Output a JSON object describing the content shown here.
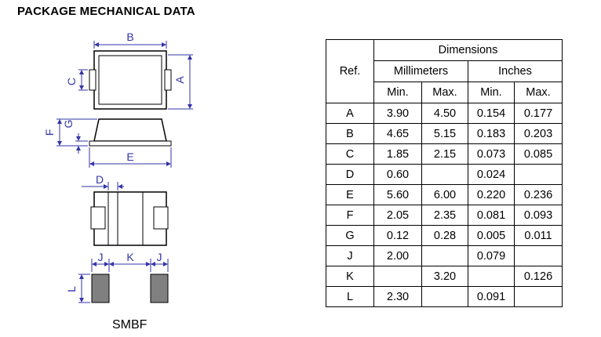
{
  "title": "PACKAGE MECHANICAL DATA",
  "package_name": "SMBF",
  "drawing_labels": {
    "A": "A",
    "B": "B",
    "C": "C",
    "D": "D",
    "E": "E",
    "F": "F",
    "G": "G",
    "J1": "J",
    "K": "K",
    "J2": "J",
    "L": "L"
  },
  "table": {
    "ref_header": "Ref.",
    "dimensions_header": "Dimensions",
    "unit_headers": [
      "Millimeters",
      "Inches"
    ],
    "minmax_headers": [
      "Min.",
      "Max.",
      "Min.",
      "Max."
    ],
    "rows": [
      {
        "ref": "A",
        "mm_min": "3.90",
        "mm_max": "4.50",
        "in_min": "0.154",
        "in_max": "0.177"
      },
      {
        "ref": "B",
        "mm_min": "4.65",
        "mm_max": "5.15",
        "in_min": "0.183",
        "in_max": "0.203"
      },
      {
        "ref": "C",
        "mm_min": "1.85",
        "mm_max": "2.15",
        "in_min": "0.073",
        "in_max": "0.085"
      },
      {
        "ref": "D",
        "mm_min": "0.60",
        "mm_max": "",
        "in_min": "0.024",
        "in_max": ""
      },
      {
        "ref": "E",
        "mm_min": "5.60",
        "mm_max": "6.00",
        "in_min": "0.220",
        "in_max": "0.236"
      },
      {
        "ref": "F",
        "mm_min": "2.05",
        "mm_max": "2.35",
        "in_min": "0.081",
        "in_max": "0.093"
      },
      {
        "ref": "G",
        "mm_min": "0.12",
        "mm_max": "0.28",
        "in_min": "0.005",
        "in_max": "0.011"
      },
      {
        "ref": "J",
        "mm_min": "2.00",
        "mm_max": "",
        "in_min": "0.079",
        "in_max": ""
      },
      {
        "ref": "K",
        "mm_min": "",
        "mm_max": "3.20",
        "in_min": "",
        "in_max": "0.126"
      },
      {
        "ref": "L",
        "mm_min": "2.30",
        "mm_max": "",
        "in_min": "0.091",
        "in_max": ""
      }
    ]
  },
  "colors": {
    "dimension_lines": "#3333aa",
    "pad_fill": "#808080",
    "outline": "#000000"
  }
}
